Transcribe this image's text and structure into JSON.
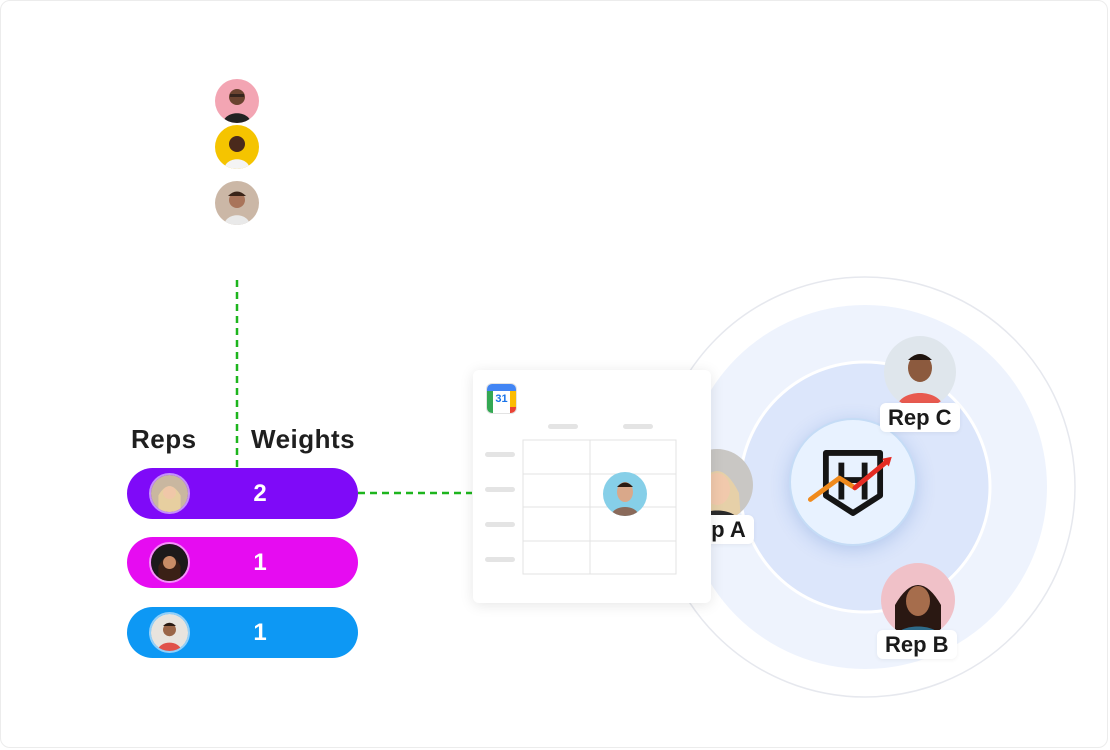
{
  "table": {
    "reps_header": "Reps",
    "weights_header": "Weights",
    "rows": [
      {
        "weight": "2",
        "color": "#7f0af8"
      },
      {
        "weight": "1",
        "color": "#e60cf1"
      },
      {
        "weight": "1",
        "color": "#0d98f4"
      }
    ]
  },
  "calendar": {
    "icon_label": "31"
  },
  "round_robin": {
    "reps": [
      {
        "label": "Rep A"
      },
      {
        "label": "Rep B"
      },
      {
        "label": "Rep C"
      }
    ]
  },
  "colors": {
    "connector": "#1db51d",
    "outer_ring": "#eef3fd",
    "inner_ring": "#dce6fb",
    "logo_orange": "#f08a1c",
    "logo_red": "#e52b24"
  }
}
